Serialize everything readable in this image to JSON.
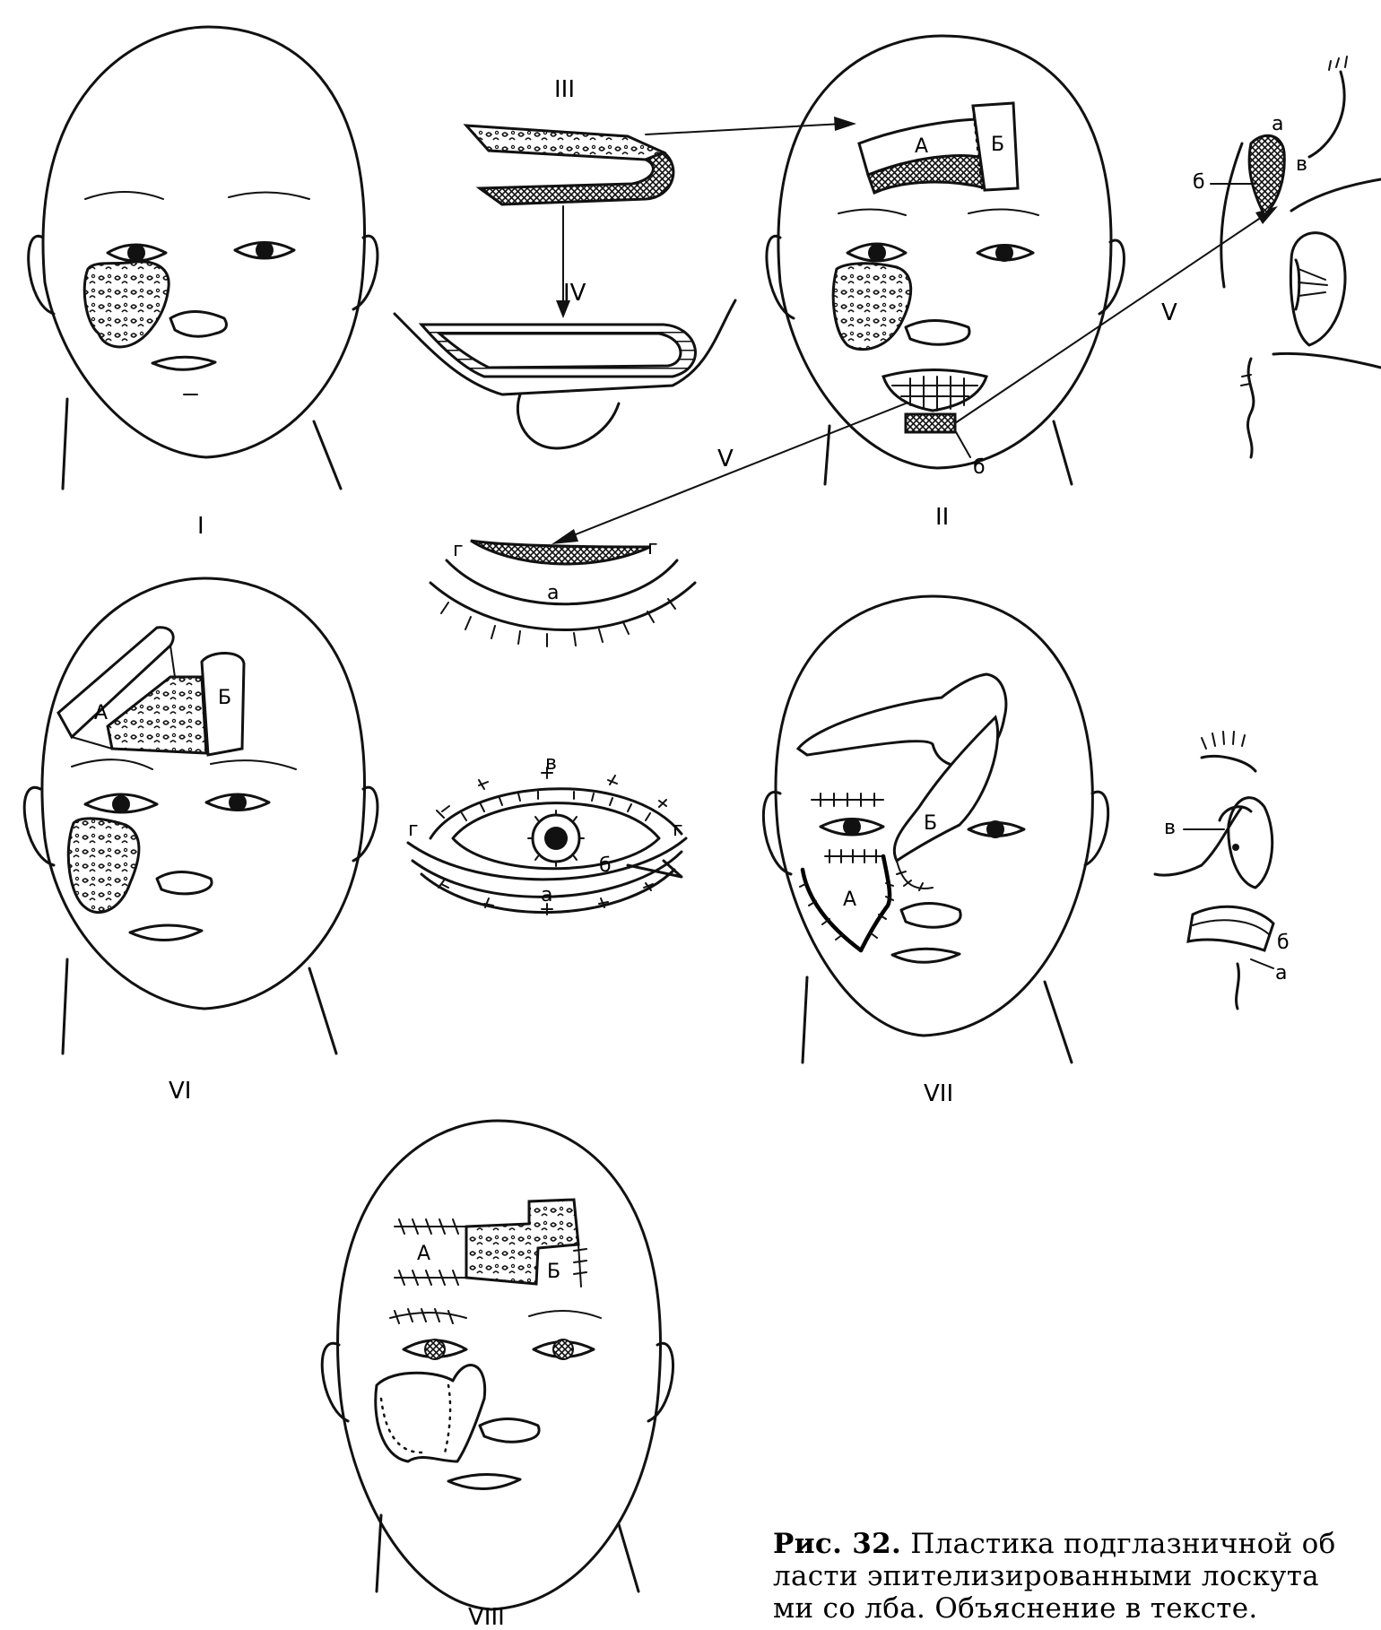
{
  "panel_labels": {
    "I": "I",
    "II": "II",
    "III": "III",
    "IV": "IV",
    "V_upper": "V",
    "V_lower": "V",
    "VI": "VI",
    "VII": "VII",
    "VIII": "VIII"
  },
  "flap_labels": {
    "flap_a": "А",
    "flap_b": "Б"
  },
  "letter_labels": {
    "a": "а",
    "b": "б",
    "v": "в",
    "g": "г"
  },
  "caption": {
    "prefix": "Рис. 32.",
    "lines": [
      "Пластика подглазничной об",
      "ласти эпителизированными лоскута",
      "ми со лба. Объяснение в тексте."
    ]
  }
}
